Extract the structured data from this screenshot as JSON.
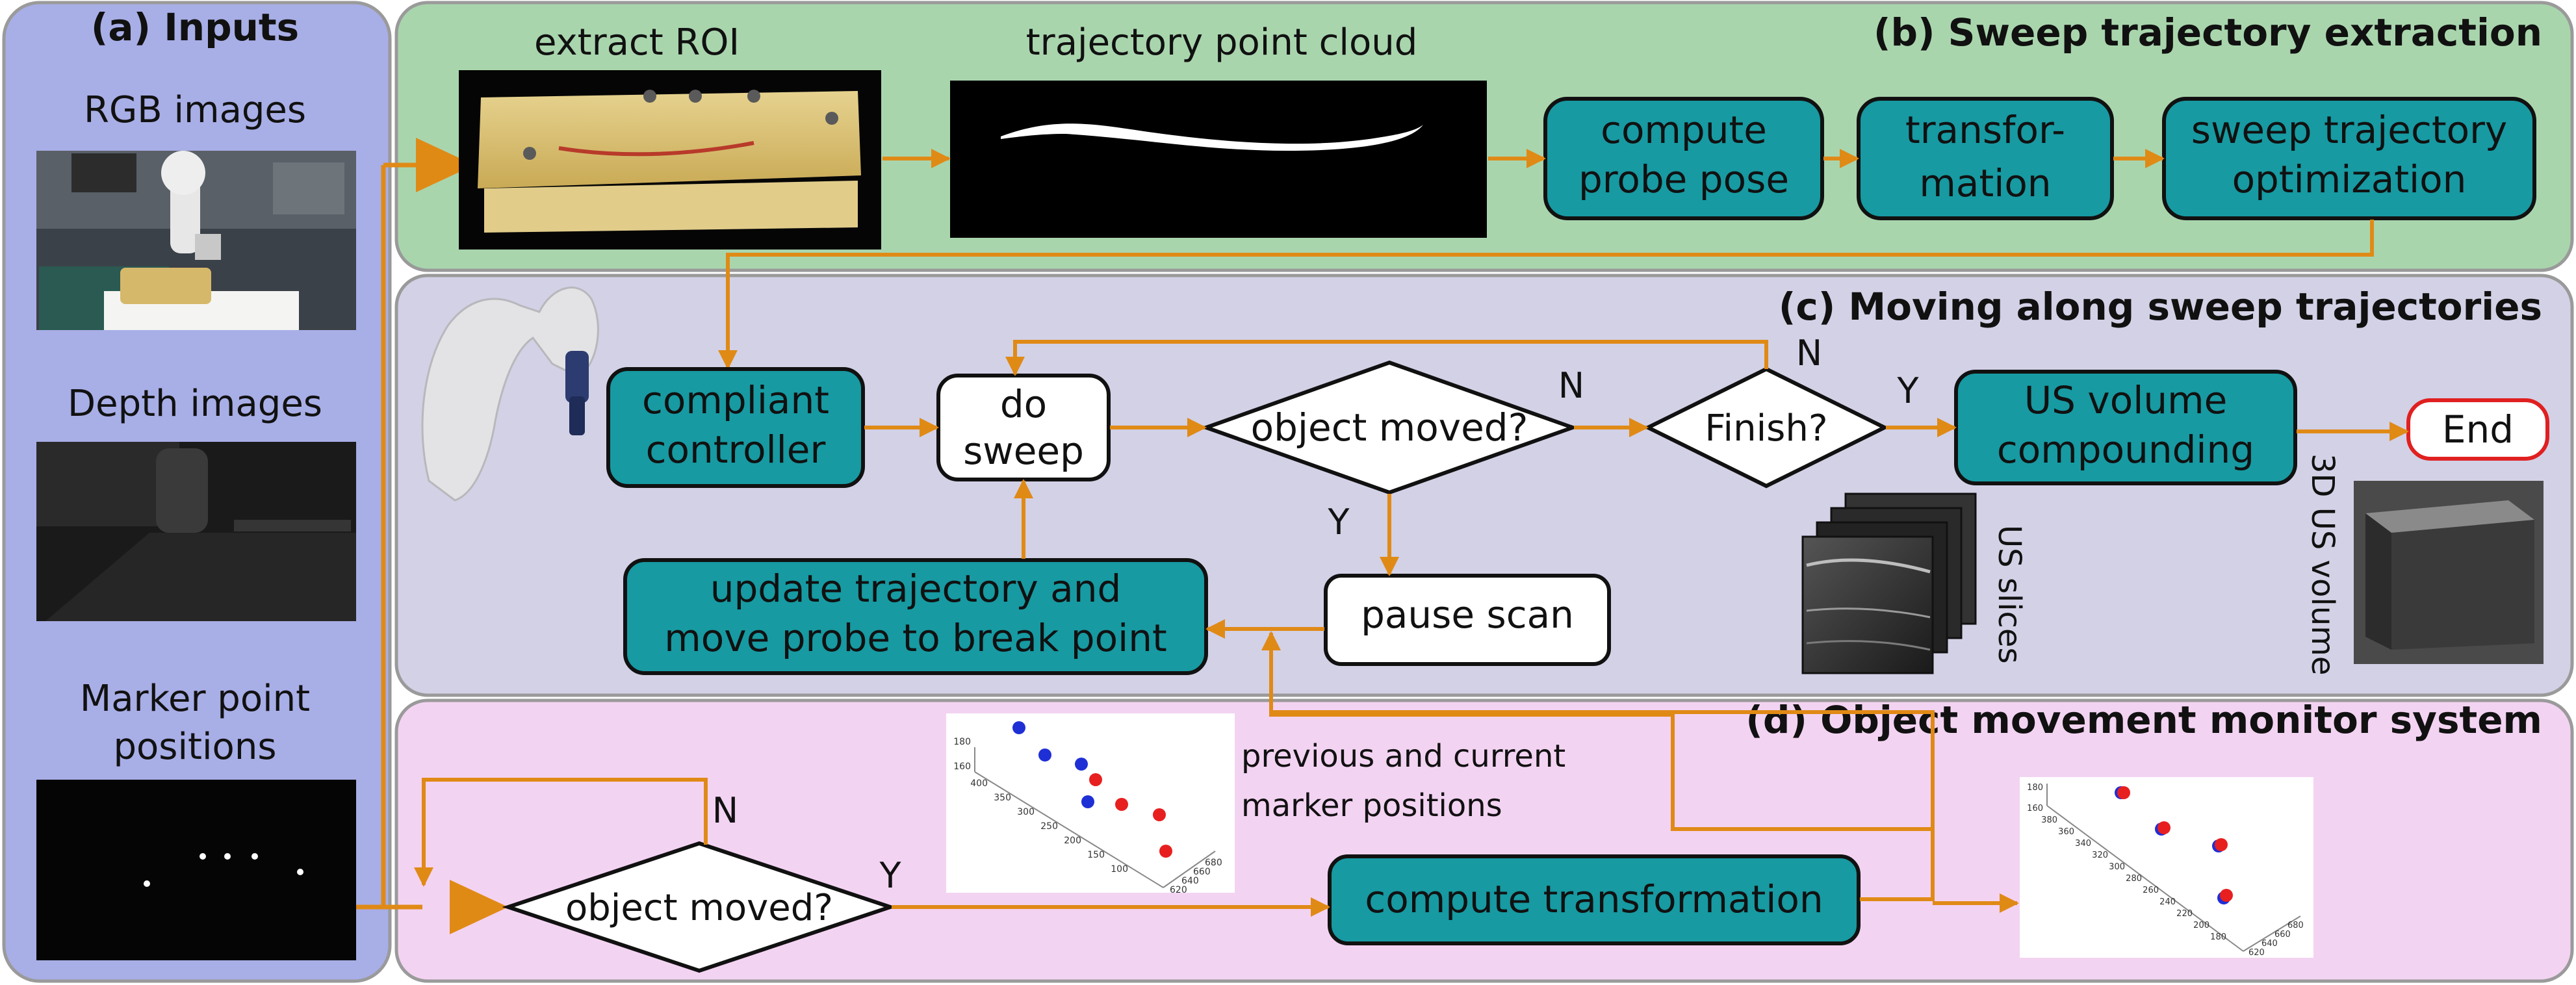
{
  "colors": {
    "inputs_panel": "#a8aee6",
    "sweep_panel": "#a9d5ad",
    "moving_panel": "#d2d1e6",
    "monitor_panel": "#f3d3f2",
    "process_box": "#179aa2",
    "arrow": "#e08a16",
    "end_border": "#e02020",
    "blue_marker": "#1f2fd6",
    "red_marker": "#e81f1f"
  },
  "panels": {
    "inputs": {
      "title": "(a) Inputs",
      "rgb_label": "RGB images",
      "depth_label": "Depth images",
      "marker_label_1": "Marker point",
      "marker_label_2": "positions"
    },
    "sweep": {
      "title": "(b) Sweep trajectory extraction",
      "roi_label": "extract ROI",
      "cloud_label": "trajectory point cloud",
      "box_pose_1": "compute",
      "box_pose_2": "probe pose",
      "box_transform_1": "transfor-",
      "box_transform_2": "mation",
      "box_opt_1": "sweep trajectory",
      "box_opt_2": "optimization"
    },
    "moving": {
      "title": "(c) Moving along sweep trajectories",
      "box_controller_1": "compliant",
      "box_controller_2": "controller",
      "box_sweep_1": "do",
      "box_sweep_2": "sweep",
      "diamond_moved": "object moved?",
      "diamond_finish": "Finish?",
      "box_compound_1": "US volume",
      "box_compound_2": "compounding",
      "end_label": "End",
      "box_update_1": "update trajectory and",
      "box_update_2": "move probe to break point",
      "box_pause": "pause scan",
      "label_n1": "N",
      "label_n2": "N",
      "label_y1": "Y",
      "label_y2": "Y",
      "us_slices_label": "US slices",
      "volume_label": "3D US volume"
    },
    "monitor": {
      "title": "(d) Object movement monitor system",
      "diamond_moved": "object moved?",
      "label_n": "N",
      "label_y": "Y",
      "box_transform": "compute transformation",
      "caption_1": "previous and current",
      "caption_2": "marker positions"
    }
  },
  "plot_left": {
    "z_ticks": [
      "180",
      "160"
    ],
    "y_ticks": [
      "400",
      "350",
      "300",
      "250",
      "200",
      "150",
      "100"
    ],
    "x_ticks": [
      "620",
      "640",
      "660",
      "680"
    ],
    "previous_markers": 4,
    "current_markers": 4
  },
  "plot_right": {
    "z_ticks": [
      "180",
      "160"
    ],
    "y_ticks": [
      "380",
      "360",
      "340",
      "320",
      "300",
      "280",
      "260",
      "240",
      "220",
      "200",
      "180"
    ],
    "x_ticks": [
      "620",
      "640",
      "660",
      "680"
    ],
    "previous_markers": 4,
    "current_markers": 4
  }
}
